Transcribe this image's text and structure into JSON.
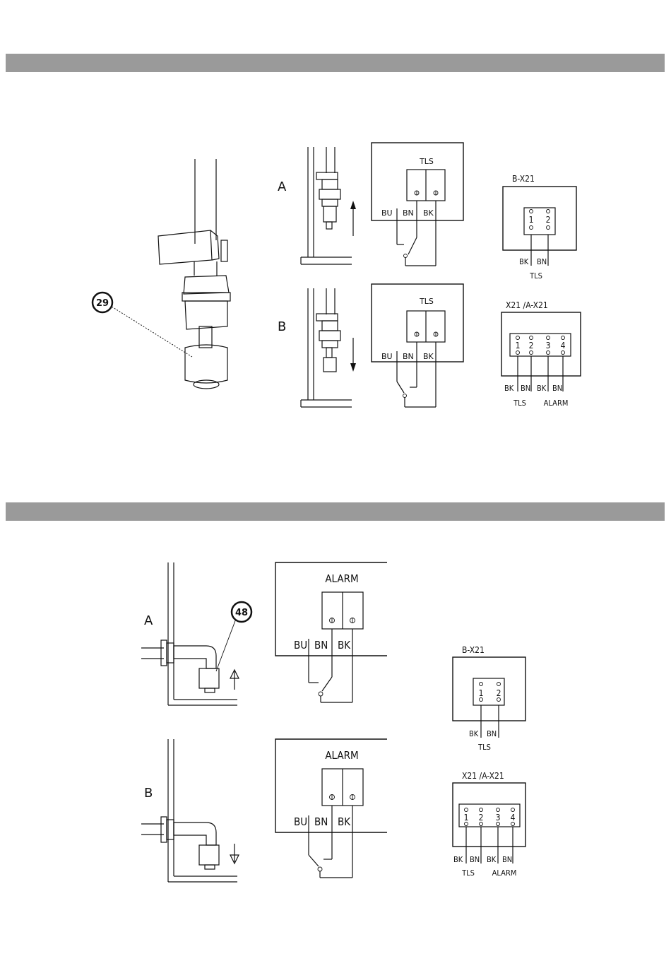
{
  "sections": [
    {
      "callout": "29",
      "panel_a": {
        "letter": "A",
        "switch_title": "TLS",
        "wire_labels": [
          "BU",
          "BN",
          "BK"
        ]
      },
      "panel_b": {
        "letter": "B",
        "switch_title": "TLS",
        "wire_labels": [
          "BU",
          "BN",
          "BK"
        ]
      },
      "terminal_bx21": {
        "title": "B-X21",
        "numbers": [
          "1",
          "2"
        ],
        "wires": [
          "BK",
          "BN"
        ],
        "group": "TLS"
      },
      "terminal_x21": {
        "title": "X21 /A-X21",
        "numbers": [
          "1",
          "2",
          "3",
          "4"
        ],
        "wires": [
          "BK",
          "BN",
          "BK",
          "BN"
        ],
        "groups": [
          "TLS",
          "ALARM"
        ]
      }
    },
    {
      "callout": "48",
      "panel_a": {
        "letter": "A",
        "switch_title": "ALARM",
        "wire_labels": [
          "BU",
          "BN",
          "BK"
        ]
      },
      "panel_b": {
        "letter": "B",
        "switch_title": "ALARM",
        "wire_labels": [
          "BU",
          "BN",
          "BK"
        ]
      },
      "terminal_bx21": {
        "title": "B-X21",
        "numbers": [
          "1",
          "2"
        ],
        "wires": [
          "BK",
          "BN"
        ],
        "group": "TLS"
      },
      "terminal_x21": {
        "title": "X21 /A-X21",
        "numbers": [
          "1",
          "2",
          "3",
          "4"
        ],
        "wires": [
          "BK",
          "BN",
          "BK",
          "BN"
        ],
        "groups": [
          "TLS",
          "ALARM"
        ]
      }
    }
  ]
}
